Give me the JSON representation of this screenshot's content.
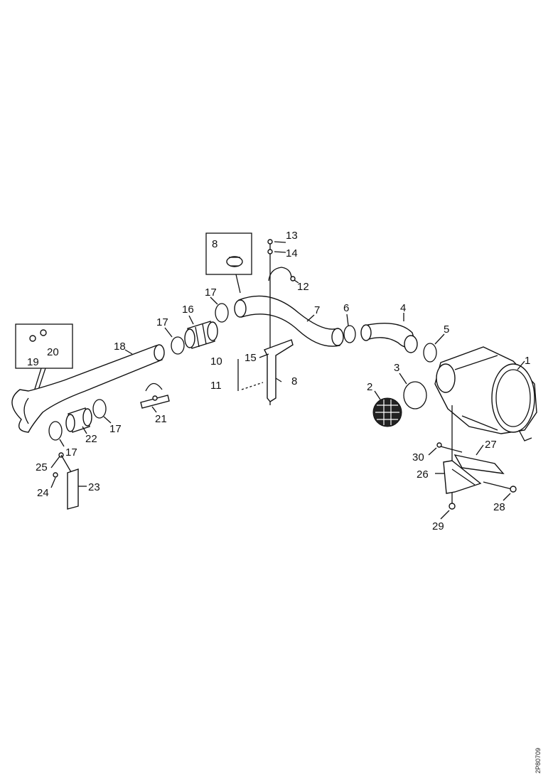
{
  "diagram": {
    "reference_code": "2P80709",
    "callouts": {
      "c1": "1",
      "c2": "2",
      "c3": "3",
      "c4": "4",
      "c5": "5",
      "c6": "6",
      "c7": "7",
      "c8a": "8",
      "c8b": "8",
      "c10": "10",
      "c11": "11",
      "c12": "12",
      "c13": "13",
      "c14": "14",
      "c15": "15",
      "c16": "16",
      "c17a": "17",
      "c17b": "17",
      "c17c": "17",
      "c17d": "17",
      "c18": "18",
      "c19": "19",
      "c20": "20",
      "c21": "21",
      "c22": "22",
      "c23": "23",
      "c24": "24",
      "c25": "25",
      "c26": "26",
      "c27": "27",
      "c28": "28",
      "c29": "29",
      "c30": "30"
    }
  }
}
